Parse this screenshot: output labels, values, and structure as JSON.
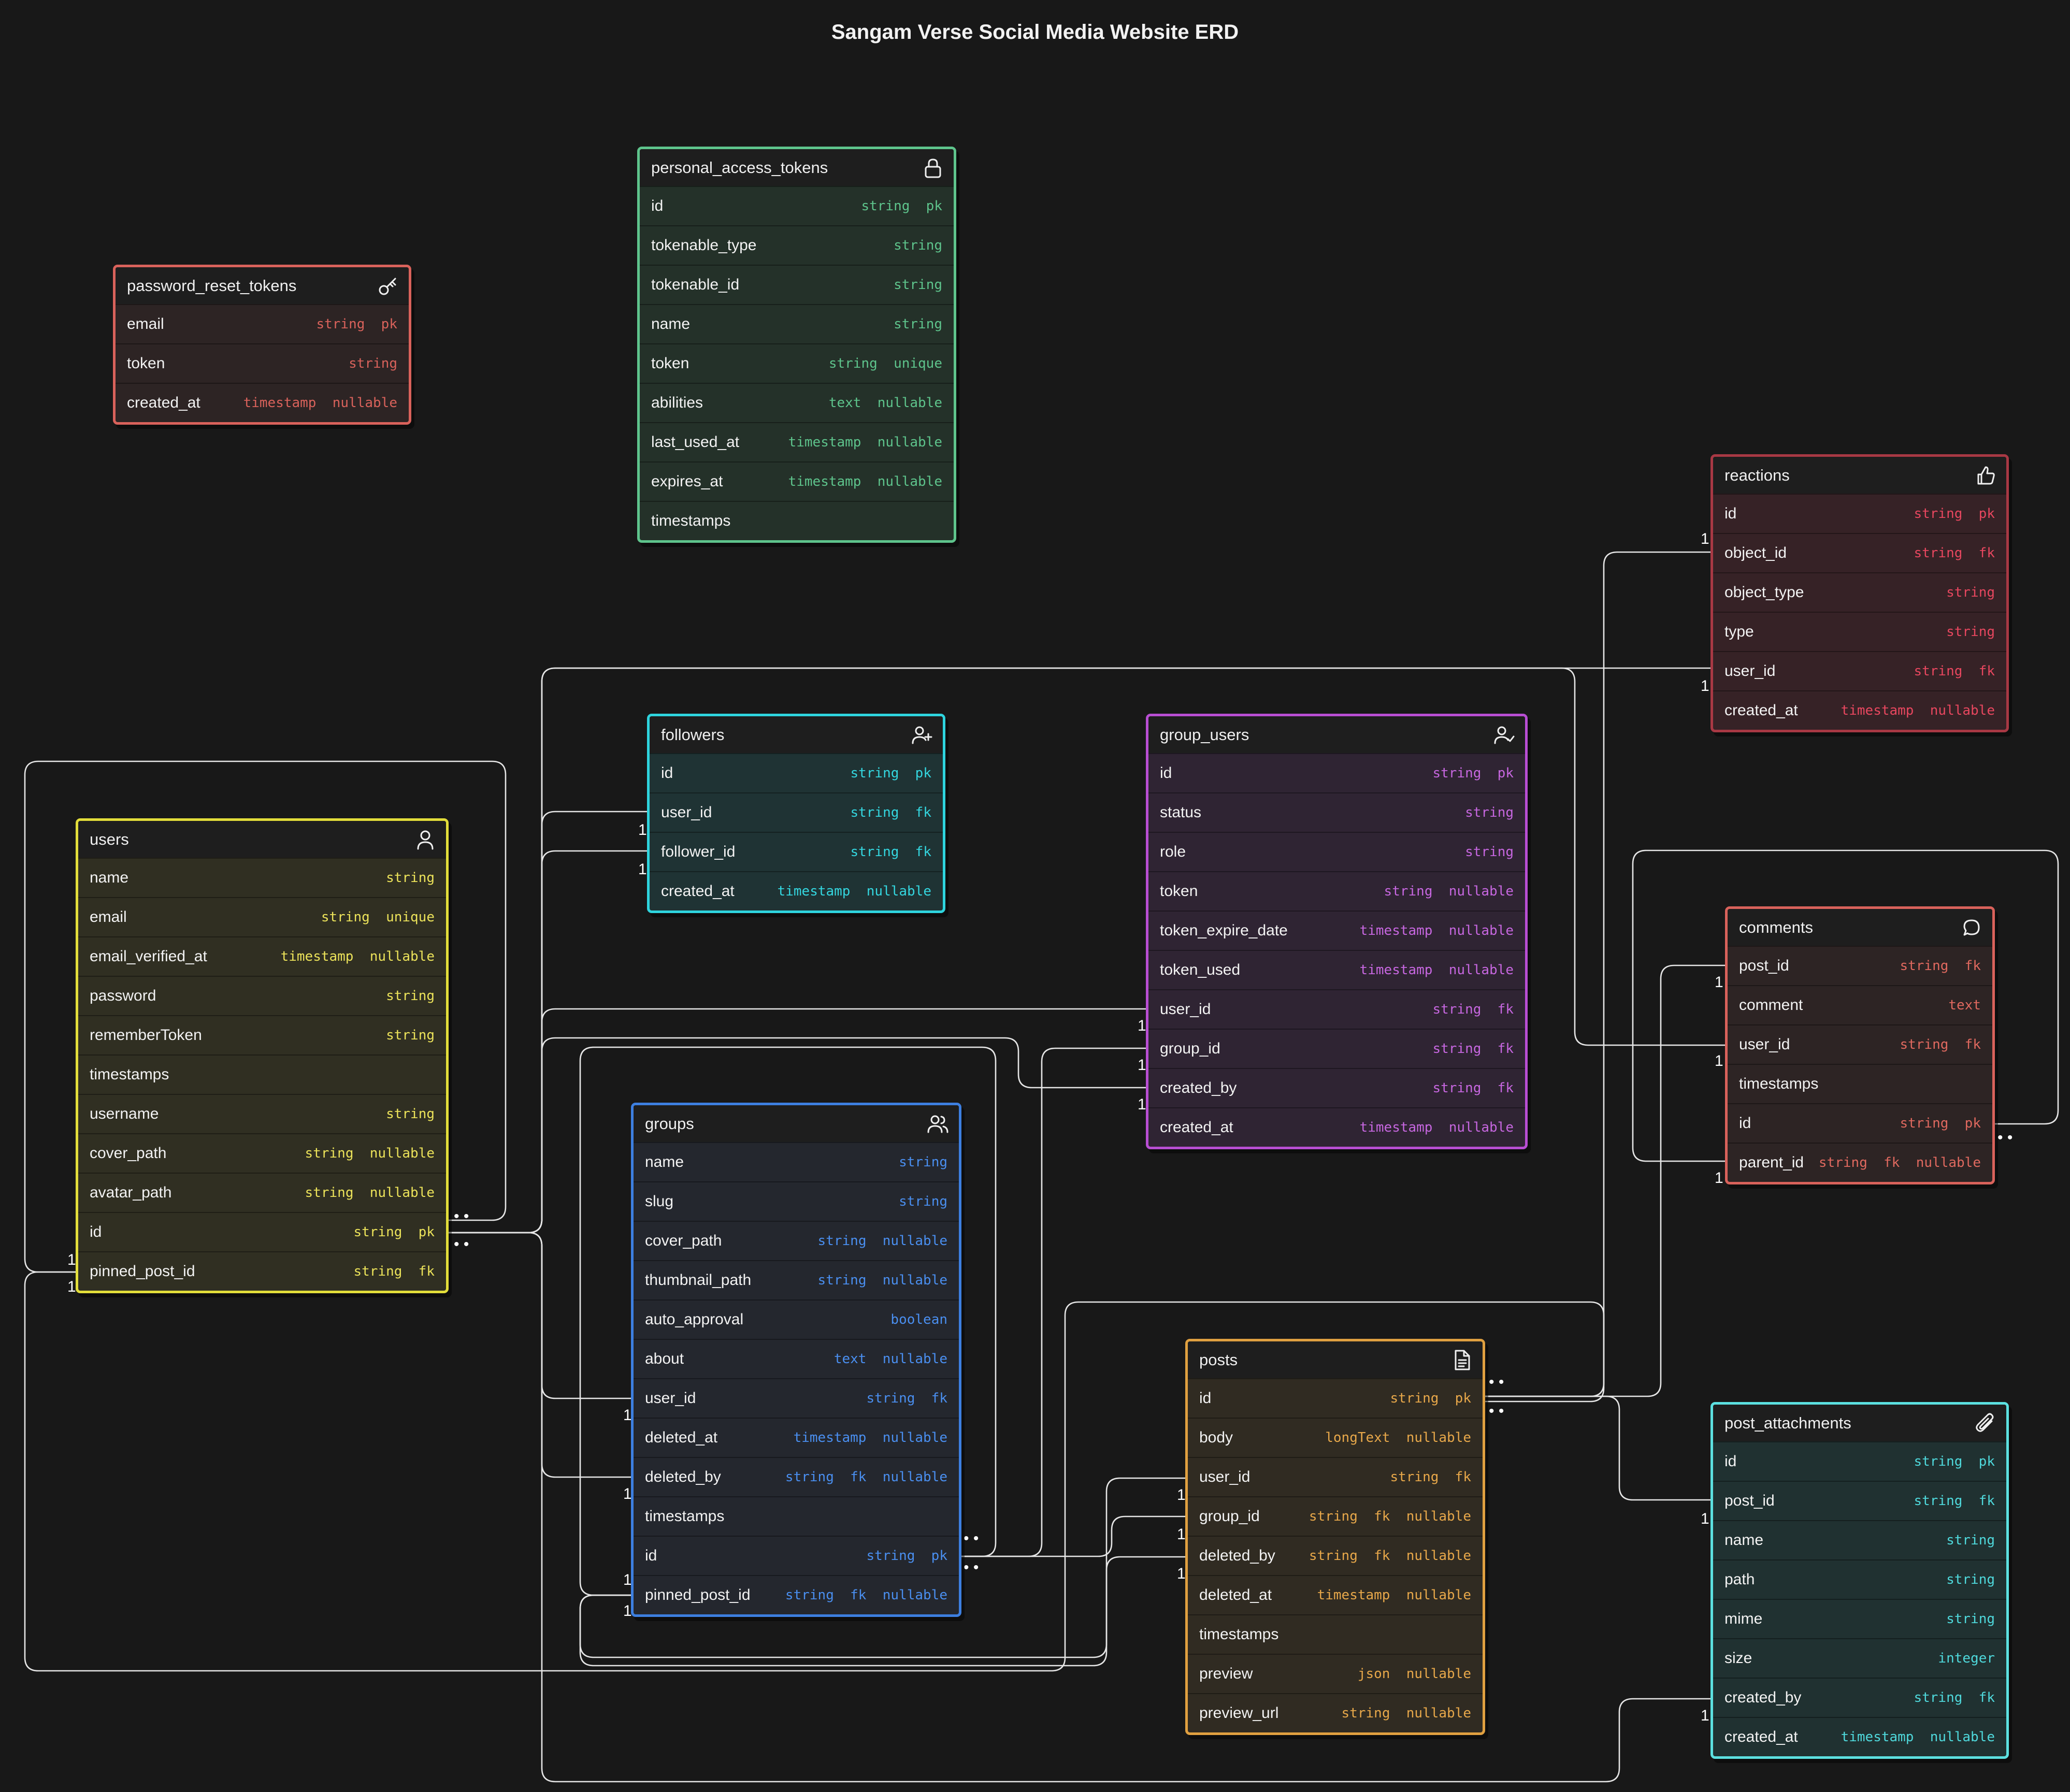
{
  "title": "Sangam Verse Social Media Website  ERD",
  "entities": {
    "password_reset_tokens": {
      "name": "password_reset_tokens",
      "icon": "key-icon",
      "border": "#d9625b",
      "bg": "#2d2424",
      "accent": "#d9625b",
      "fields": [
        {
          "name": "email",
          "type": "string  pk"
        },
        {
          "name": "token",
          "type": "string"
        },
        {
          "name": "created_at",
          "type": "timestamp  nullable"
        }
      ]
    },
    "personal_access_tokens": {
      "name": "personal_access_tokens",
      "icon": "lock-icon",
      "border": "#5ec48c",
      "bg": "#243129",
      "accent": "#5ec48c",
      "fields": [
        {
          "name": "id",
          "type": "string  pk"
        },
        {
          "name": "tokenable_type",
          "type": "string"
        },
        {
          "name": "tokenable_id",
          "type": "string"
        },
        {
          "name": "name",
          "type": "string"
        },
        {
          "name": "token",
          "type": "string  unique"
        },
        {
          "name": "abilities",
          "type": "text  nullable"
        },
        {
          "name": "last_used_at",
          "type": "timestamp  nullable"
        },
        {
          "name": "expires_at",
          "type": "timestamp  nullable"
        },
        {
          "name": "timestamps",
          "type": ""
        }
      ]
    },
    "reactions": {
      "name": "reactions",
      "icon": "thumbs-up-icon",
      "border": "#a83844",
      "bg": "#362226",
      "accent": "#e8475f",
      "fields": [
        {
          "name": "id",
          "type": "string  pk"
        },
        {
          "name": "object_id",
          "type": "string  fk"
        },
        {
          "name": "object_type",
          "type": "string"
        },
        {
          "name": "type",
          "type": "string"
        },
        {
          "name": "user_id",
          "type": "string  fk"
        },
        {
          "name": "created_at",
          "type": "timestamp  nullable"
        }
      ]
    },
    "followers": {
      "name": "followers",
      "icon": "user-plus-icon",
      "border": "#2ed4de",
      "bg": "#1f3334",
      "accent": "#34d7e0",
      "fields": [
        {
          "name": "id",
          "type": "string  pk"
        },
        {
          "name": "user_id",
          "type": "string  fk"
        },
        {
          "name": "follower_id",
          "type": "string  fk"
        },
        {
          "name": "created_at",
          "type": "timestamp  nullable"
        }
      ]
    },
    "group_users": {
      "name": "group_users",
      "icon": "user-check-icon",
      "border": "#b84ed3",
      "bg": "#2f2433",
      "accent": "#c767e0",
      "fields": [
        {
          "name": "id",
          "type": "string  pk"
        },
        {
          "name": "status",
          "type": "string"
        },
        {
          "name": "role",
          "type": "string"
        },
        {
          "name": "token",
          "type": "string  nullable"
        },
        {
          "name": "token_expire_date",
          "type": "timestamp  nullable"
        },
        {
          "name": "token_used",
          "type": "timestamp  nullable"
        },
        {
          "name": "user_id",
          "type": "string  fk"
        },
        {
          "name": "group_id",
          "type": "string  fk"
        },
        {
          "name": "created_by",
          "type": "string  fk"
        },
        {
          "name": "created_at",
          "type": "timestamp  nullable"
        }
      ]
    },
    "users": {
      "name": "users",
      "icon": "user-icon",
      "border": "#e2dd3a",
      "bg": "#302f22",
      "accent": "#ece35a",
      "fields": [
        {
          "name": "name",
          "type": "string"
        },
        {
          "name": "email",
          "type": "string  unique"
        },
        {
          "name": "email_verified_at",
          "type": "timestamp  nullable"
        },
        {
          "name": "password",
          "type": "string"
        },
        {
          "name": "rememberToken",
          "type": "string"
        },
        {
          "name": "timestamps",
          "type": ""
        },
        {
          "name": "username",
          "type": "string"
        },
        {
          "name": "cover_path",
          "type": "string  nullable"
        },
        {
          "name": "avatar_path",
          "type": "string  nullable"
        },
        {
          "name": "id",
          "type": "string  pk"
        },
        {
          "name": "pinned_post_id",
          "type": "string  fk"
        }
      ]
    },
    "comments": {
      "name": "comments",
      "icon": "message-circle-icon",
      "border": "#d9625b",
      "bg": "#2d2424",
      "accent": "#e0695f",
      "fields": [
        {
          "name": "post_id",
          "type": "string  fk"
        },
        {
          "name": "comment",
          "type": "text"
        },
        {
          "name": "user_id",
          "type": "string  fk"
        },
        {
          "name": "timestamps",
          "type": ""
        },
        {
          "name": "id",
          "type": "string  pk"
        },
        {
          "name": "parent_id",
          "type": "string  fk  nullable"
        }
      ]
    },
    "groups": {
      "name": "groups",
      "icon": "users-icon",
      "border": "#3d7fe0",
      "bg": "#24272e",
      "accent": "#4a8ff0",
      "fields": [
        {
          "name": "name",
          "type": "string"
        },
        {
          "name": "slug",
          "type": "string"
        },
        {
          "name": "cover_path",
          "type": "string  nullable"
        },
        {
          "name": "thumbnail_path",
          "type": "string  nullable"
        },
        {
          "name": "auto_approval",
          "type": "boolean"
        },
        {
          "name": "about",
          "type": "text  nullable"
        },
        {
          "name": "user_id",
          "type": "string  fk"
        },
        {
          "name": "deleted_at",
          "type": "timestamp  nullable"
        },
        {
          "name": "deleted_by",
          "type": "string  fk  nullable"
        },
        {
          "name": "timestamps",
          "type": ""
        },
        {
          "name": "id",
          "type": "string  pk"
        },
        {
          "name": "pinned_post_id",
          "type": "string  fk  nullable"
        }
      ]
    },
    "posts": {
      "name": "posts",
      "icon": "file-text-icon",
      "border": "#e0a040",
      "bg": "#302b22",
      "accent": "#e8a84a",
      "fields": [
        {
          "name": "id",
          "type": "string  pk"
        },
        {
          "name": "body",
          "type": "longText  nullable"
        },
        {
          "name": "user_id",
          "type": "string  fk"
        },
        {
          "name": "group_id",
          "type": "string  fk  nullable"
        },
        {
          "name": "deleted_by",
          "type": "string  fk  nullable"
        },
        {
          "name": "deleted_at",
          "type": "timestamp  nullable"
        },
        {
          "name": "timestamps",
          "type": ""
        },
        {
          "name": "preview",
          "type": "json  nullable"
        },
        {
          "name": "preview_url",
          "type": "string  nullable"
        }
      ]
    },
    "post_attachments": {
      "name": "post_attachments",
      "icon": "paperclip-icon",
      "border": "#5ce0e0",
      "bg": "#203131",
      "accent": "#4fd9dc",
      "fields": [
        {
          "name": "id",
          "type": "string  pk"
        },
        {
          "name": "post_id",
          "type": "string  fk"
        },
        {
          "name": "name",
          "type": "string"
        },
        {
          "name": "path",
          "type": "string"
        },
        {
          "name": "mime",
          "type": "string"
        },
        {
          "name": "size",
          "type": "integer"
        },
        {
          "name": "created_by",
          "type": "string  fk"
        },
        {
          "name": "created_at",
          "type": "timestamp  nullable"
        }
      ]
    }
  },
  "cardinality": {
    "one": "1",
    "many": "• •"
  }
}
